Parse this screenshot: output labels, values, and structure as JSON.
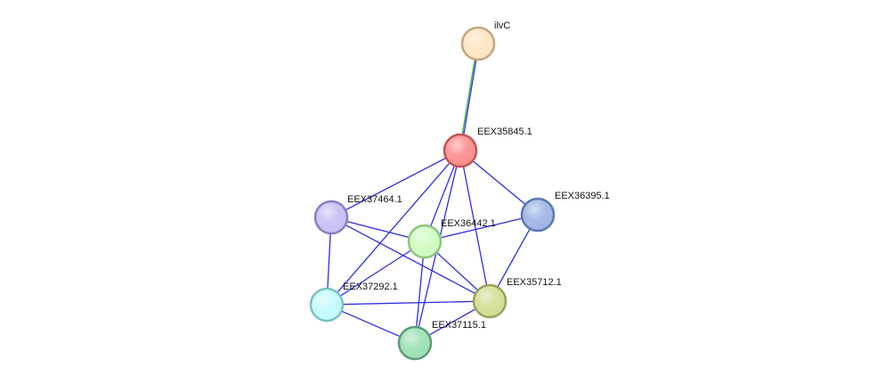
{
  "nodes": [
    {
      "id": "ilvC",
      "label": "ilvC",
      "fill": "#fde5c2",
      "stroke": "#c4a57f"
    },
    {
      "id": "EEX35845.1",
      "label": "EEX35845.1",
      "fill": "#fb8f8f",
      "stroke": "#c25454"
    },
    {
      "id": "EEX36395.1",
      "label": "EEX36395.1",
      "fill": "#9fb6e5",
      "stroke": "#5d79ad"
    },
    {
      "id": "EEX37464.1",
      "label": "EEX37464.1",
      "fill": "#c9c0f4",
      "stroke": "#8a7fbd"
    },
    {
      "id": "EEX36442.1",
      "label": "EEX36442.1",
      "fill": "#cffcc2",
      "stroke": "#8ec47f"
    },
    {
      "id": "EEX37292.1",
      "label": "EEX37292.1",
      "fill": "#c4fbfb",
      "stroke": "#79c0c2"
    },
    {
      "id": "EEX35712.1",
      "label": "EEX35712.1",
      "fill": "#d4de96",
      "stroke": "#97a35a"
    },
    {
      "id": "EEX37115.1",
      "label": "EEX37115.1",
      "fill": "#9ee1b7",
      "stroke": "#5b9c73"
    }
  ],
  "edges": [
    {
      "source": "ilvC",
      "target": "EEX35845.1",
      "colors": [
        "#2e2ee6",
        "#30b030"
      ]
    },
    {
      "source": "EEX35845.1",
      "target": "EEX36395.1",
      "colors": [
        "#2e2ee6"
      ]
    },
    {
      "source": "EEX35845.1",
      "target": "EEX37464.1",
      "colors": [
        "#2e2ee6"
      ]
    },
    {
      "source": "EEX35845.1",
      "target": "EEX36442.1",
      "colors": [
        "#2e2ee6"
      ]
    },
    {
      "source": "EEX35845.1",
      "target": "EEX37292.1",
      "colors": [
        "#2e2ee6"
      ]
    },
    {
      "source": "EEX35845.1",
      "target": "EEX35712.1",
      "colors": [
        "#2e2ee6"
      ]
    },
    {
      "source": "EEX35845.1",
      "target": "EEX37115.1",
      "colors": [
        "#2e2ee6"
      ]
    },
    {
      "source": "EEX36395.1",
      "target": "EEX36442.1",
      "colors": [
        "#2e2ee6"
      ]
    },
    {
      "source": "EEX36395.1",
      "target": "EEX35712.1",
      "colors": [
        "#2e2ee6"
      ]
    },
    {
      "source": "EEX37464.1",
      "target": "EEX36442.1",
      "colors": [
        "#2e2ee6"
      ]
    },
    {
      "source": "EEX37464.1",
      "target": "EEX35712.1",
      "colors": [
        "#2e2ee6"
      ]
    },
    {
      "source": "EEX37464.1",
      "target": "EEX37292.1",
      "colors": [
        "#2e2ee6"
      ]
    },
    {
      "source": "EEX36442.1",
      "target": "EEX37292.1",
      "colors": [
        "#2e2ee6"
      ]
    },
    {
      "source": "EEX36442.1",
      "target": "EEX35712.1",
      "colors": [
        "#2e2ee6"
      ]
    },
    {
      "source": "EEX36442.1",
      "target": "EEX37115.1",
      "colors": [
        "#2e2ee6"
      ]
    },
    {
      "source": "EEX37292.1",
      "target": "EEX35712.1",
      "colors": [
        "#2e2ee6"
      ]
    },
    {
      "source": "EEX37292.1",
      "target": "EEX37115.1",
      "colors": [
        "#2e2ee6"
      ]
    },
    {
      "source": "EEX35712.1",
      "target": "EEX37115.1",
      "colors": [
        "#2e2ee6"
      ]
    }
  ]
}
